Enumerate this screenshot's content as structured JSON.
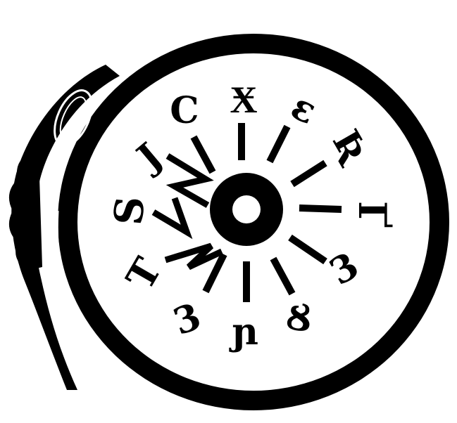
{
  "illustration": {
    "name": "occult dial ring with glyphs",
    "ink_color": "#000000",
    "paper_color": "#ffffff"
  },
  "glyphs": [
    {
      "id": "top",
      "text": "Ӿ"
    },
    {
      "id": "top-left",
      "text": "C"
    },
    {
      "id": "left-upper",
      "text": "J"
    },
    {
      "id": "left",
      "text": "S"
    },
    {
      "id": "left-lower",
      "text": "T"
    },
    {
      "id": "bottom-left",
      "text": "3"
    },
    {
      "id": "bottom",
      "text": "ɲ"
    },
    {
      "id": "bottom-right",
      "text": "Ȣ"
    },
    {
      "id": "right-lower",
      "text": "3"
    },
    {
      "id": "right",
      "text": "Ґ"
    },
    {
      "id": "right-upper",
      "text": "Ʀ"
    },
    {
      "id": "top-right",
      "text": "ε"
    }
  ]
}
